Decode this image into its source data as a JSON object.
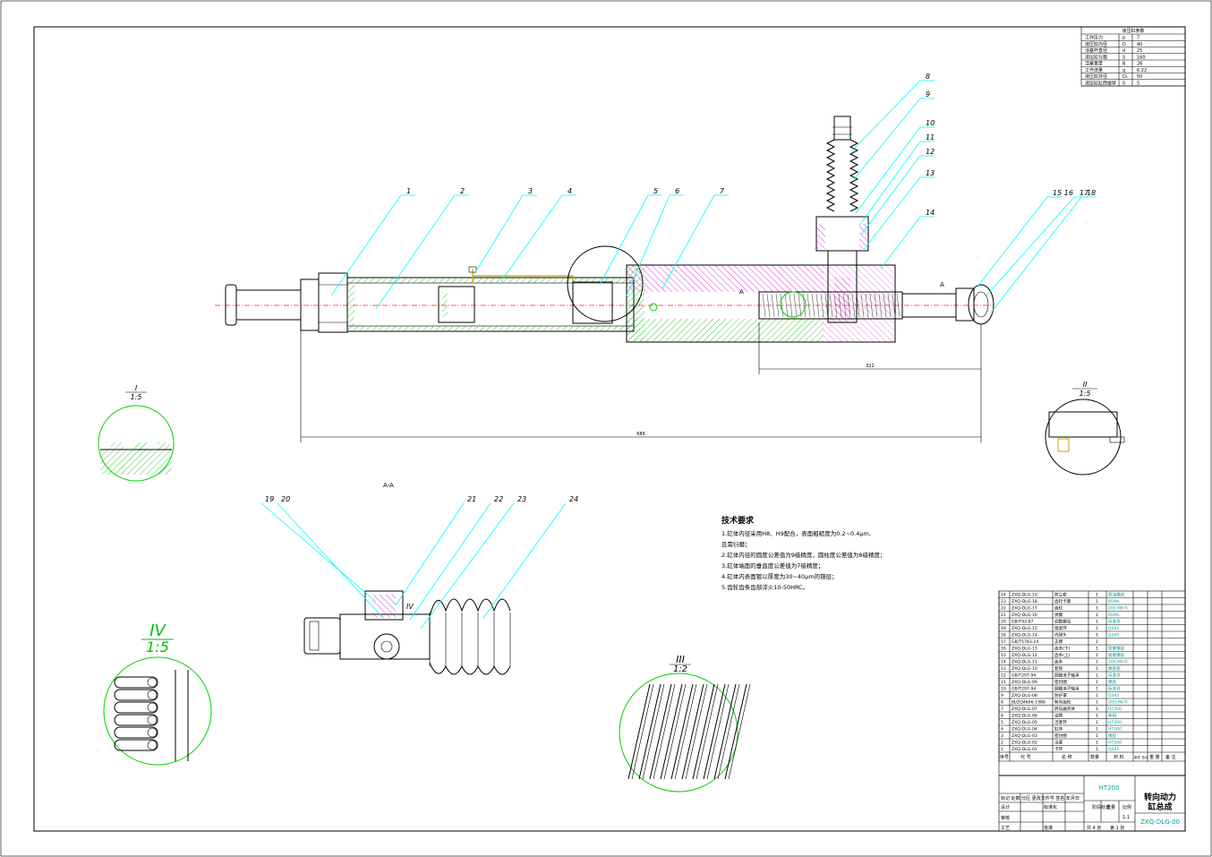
{
  "params_table": {
    "title": "液压缸参数",
    "rows": [
      {
        "name": "工作压力",
        "sym": "p",
        "val": "7"
      },
      {
        "name": "液压缸内径",
        "sym": "D",
        "val": "40"
      },
      {
        "name": "活塞杆直径",
        "sym": "d",
        "val": "25"
      },
      {
        "name": "液压缸行程",
        "sym": "S",
        "val": "160"
      },
      {
        "name": "活塞宽度",
        "sym": "B",
        "val": "26"
      },
      {
        "name": "工作流量",
        "sym": "q",
        "val": "6.22"
      },
      {
        "name": "液压缸外径",
        "sym": "D₁",
        "val": "50"
      },
      {
        "name": "液压缸缸筒壁厚",
        "sym": "δ",
        "val": "5"
      }
    ]
  },
  "balloons_top": [
    "1",
    "2",
    "3",
    "4",
    "5",
    "6",
    "7",
    "8",
    "9",
    "10",
    "11",
    "12",
    "13",
    "14",
    "15 16",
    "17",
    "18"
  ],
  "balloons_section": [
    "19",
    "20",
    "21",
    "22",
    "23",
    "24"
  ],
  "section_title": "A-A",
  "detail_labels": {
    "d1_num": "I",
    "d1_scale": "1:5",
    "d2_num": "II",
    "d2_scale": "1:5",
    "d3_num": "III",
    "d3_scale": "1:2",
    "d4_num": "IV",
    "d4_scale": "1:5"
  },
  "dims": {
    "short": "322",
    "long": "686",
    "section_a": "A"
  },
  "tech_req": {
    "title": "技术要求",
    "lines": [
      "1.缸体内径采用H8、H9配合，表面粗糙度为0.2~0.4μm,",
      "且需衍磨；",
      "2.缸体内径的圆度公差值为9级精度，圆柱度公差值为8级精度；",
      "3.缸体端面的垂直度公差值为7级精度；",
      "4.缸体内表面镀以厚度为30~40μm的铬层；",
      "5.齿轮齿条齿部淬火10-50HRC。"
    ]
  },
  "bom": {
    "rows": [
      {
        "no": "24",
        "code": "ZXQ-DLG-19",
        "name": "防尘套",
        "qty": "1",
        "mat": "耐油橡胶"
      },
      {
        "no": "23",
        "code": "ZXQ-DLG-18",
        "name": "齿轮卡簧",
        "qty": "1",
        "mat": "65Mn"
      },
      {
        "no": "22",
        "code": "ZXQ-DLG-17",
        "name": "齿轮",
        "qty": "1",
        "mat": "20CrMnTi"
      },
      {
        "no": "21",
        "code": "ZXQ-DLG-16",
        "name": "弹簧",
        "qty": "1",
        "mat": "65Mn"
      },
      {
        "no": "20",
        "code": "GB/T93-87",
        "name": "调整螺母",
        "qty": "1",
        "mat": "标准件"
      },
      {
        "no": "19",
        "code": "ZXQ-DLG-15",
        "name": "锁紧环",
        "qty": "1",
        "mat": "Q345"
      },
      {
        "no": "18",
        "code": "ZXQ-DLG-14",
        "name": "内球头",
        "qty": "1",
        "mat": "Q345"
      },
      {
        "no": "17",
        "code": "GB/T5783-24",
        "name": "支撑",
        "qty": "1",
        "mat": ""
      },
      {
        "no": "16",
        "code": "ZXQ-DLG-13",
        "name": "齿条(下)",
        "qty": "1",
        "mat": "耐磨橡胶"
      },
      {
        "no": "15",
        "code": "ZXQ-DLG-12",
        "name": "齿条(上)",
        "qty": "1",
        "mat": "耐磨橡胶"
      },
      {
        "no": "14",
        "code": "ZXQ-DLG-11",
        "name": "齿条",
        "qty": "1",
        "mat": "20CrMnTi"
      },
      {
        "no": "13",
        "code": "ZXQ-DLG-10",
        "name": "套筒",
        "qty": "1",
        "mat": "橡胶管"
      },
      {
        "no": "12",
        "code": "GB/T297-94",
        "name": "圆锥滚子轴承",
        "qty": "1",
        "mat": "标准件"
      },
      {
        "no": "11",
        "code": "ZXQ-DLG-09",
        "name": "密封圈",
        "qty": "1",
        "mat": "橡胶"
      },
      {
        "no": "10",
        "code": "GB/T297-94",
        "name": "圆锥滚子轴承",
        "qty": "1",
        "mat": "标准件"
      },
      {
        "no": "9",
        "code": "ZXQ-DLG-08",
        "name": "防护罩",
        "qty": "1",
        "mat": "Q345"
      },
      {
        "no": "8",
        "code": "JB/ZQ4606-1986",
        "name": "转向齿轮",
        "qty": "1",
        "mat": "20CrMnTi"
      },
      {
        "no": "7",
        "code": "ZXQ-DLG-07",
        "name": "转向器壳体",
        "qty": "1",
        "mat": "HT200"
      },
      {
        "no": "6",
        "code": "ZXQ-DLG-06",
        "name": "油管",
        "qty": "1",
        "mat": "紫铜"
      },
      {
        "no": "5",
        "code": "ZXQ-DLG-05",
        "name": "活塞环",
        "qty": "1",
        "mat": "HT200"
      },
      {
        "no": "4",
        "code": "ZXQ-DLG-04",
        "name": "缸体",
        "qty": "1",
        "mat": "HT200"
      },
      {
        "no": "3",
        "code": "ZXQ-DLG-03",
        "name": "密封圈",
        "qty": "1",
        "mat": "橡胶"
      },
      {
        "no": "2",
        "code": "ZXQ-DLG-02",
        "name": "活塞",
        "qty": "1",
        "mat": "HT200"
      },
      {
        "no": "1",
        "code": "ZXQ-DLG-01",
        "name": "卡环",
        "qty": "1",
        "mat": "Q345"
      }
    ],
    "header": {
      "no": "序号",
      "code": "代 号",
      "name": "名 称",
      "qty": "数量",
      "mat": "材 料",
      "w1": "单件 总计",
      "w2": "重 量",
      "note": "备 注"
    }
  },
  "title_block": {
    "material": "HT200",
    "drawing_name": "转向动力缸总成",
    "drawing_no": "ZXQ-DLG-00",
    "sheets": "共 4 张",
    "sheet_no": "第 1 张",
    "scale": "1:1",
    "stage_label": "阶段标记",
    "weight_label": "重量",
    "scale_label": "比例",
    "design": "设计",
    "check": "审核",
    "process": "工艺",
    "std": "标准化",
    "approve": "批准",
    "mark_row": "标记 处数 分区 更改文件号 签名 年月日"
  }
}
